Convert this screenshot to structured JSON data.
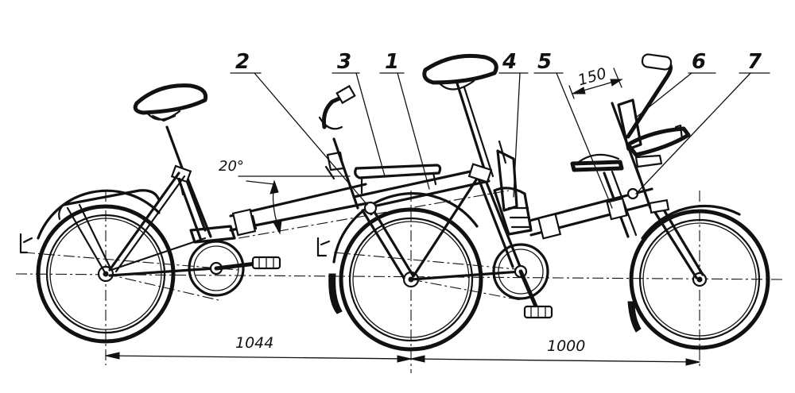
{
  "labels": {
    "callout_1": "1",
    "callout_2": "2",
    "callout_3": "3",
    "callout_4": "4",
    "callout_5": "5",
    "callout_6": "6",
    "callout_7": "7"
  },
  "dimensions": {
    "wheelbase_rear": "1044",
    "wheelbase_front": "1000",
    "stem_offset": "150",
    "tube_angle": "20°"
  },
  "colors": {
    "ink": "#111111",
    "paper": "#ffffff"
  }
}
